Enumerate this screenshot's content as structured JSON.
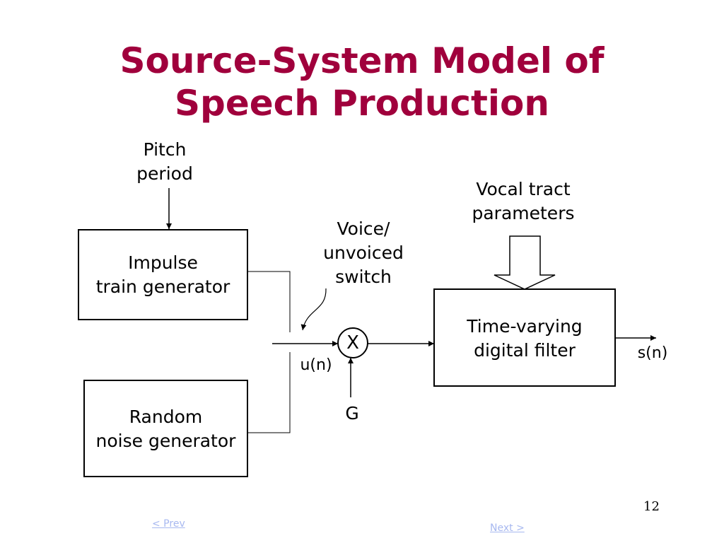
{
  "theme": {
    "title_color": "#a0003c",
    "link_color": "#a7b8f0"
  },
  "title": {
    "line1": "Source-System Model of",
    "line2": "Speech Production"
  },
  "diagram": {
    "pitch": {
      "line1": "Pitch",
      "line2": "period"
    },
    "impulse_block": {
      "line1": "Impulse",
      "line2": "train generator"
    },
    "noise_block": {
      "line1": "Random",
      "line2": "noise generator"
    },
    "switch_label": {
      "line1": "Voice/",
      "line2": "unvoiced",
      "line3": "switch"
    },
    "multiplier_symbol": "X",
    "signal_u": "u(n)",
    "gain": "G",
    "vocal_tract": {
      "line1": "Vocal tract",
      "line2": "parameters"
    },
    "filter_block": {
      "line1": "Time-varying",
      "line2": "digital filter"
    },
    "signal_s": "s(n)"
  },
  "footer": {
    "page_number": "12",
    "prev_label": "< Prev",
    "next_label": "Next >"
  }
}
